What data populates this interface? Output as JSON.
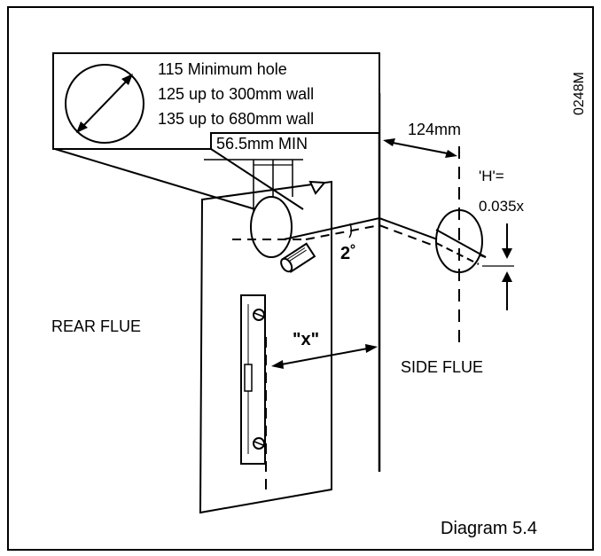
{
  "hole_callout": {
    "line1": "115 Minimum hole",
    "line2": "125 up to 300mm wall",
    "line3": "135 up to 680mm wall"
  },
  "dimensions": {
    "min_spacing": "56.5mm MIN",
    "side_offset": "124mm",
    "angle": "2˚",
    "wall_distance": "\"x\"",
    "h_label": "'H'=",
    "h_formula": "0.035x"
  },
  "labels": {
    "rear_flue": "REAR FLUE",
    "side_flue": "SIDE FLUE",
    "code": "0248M",
    "caption": "Diagram 5.4"
  }
}
